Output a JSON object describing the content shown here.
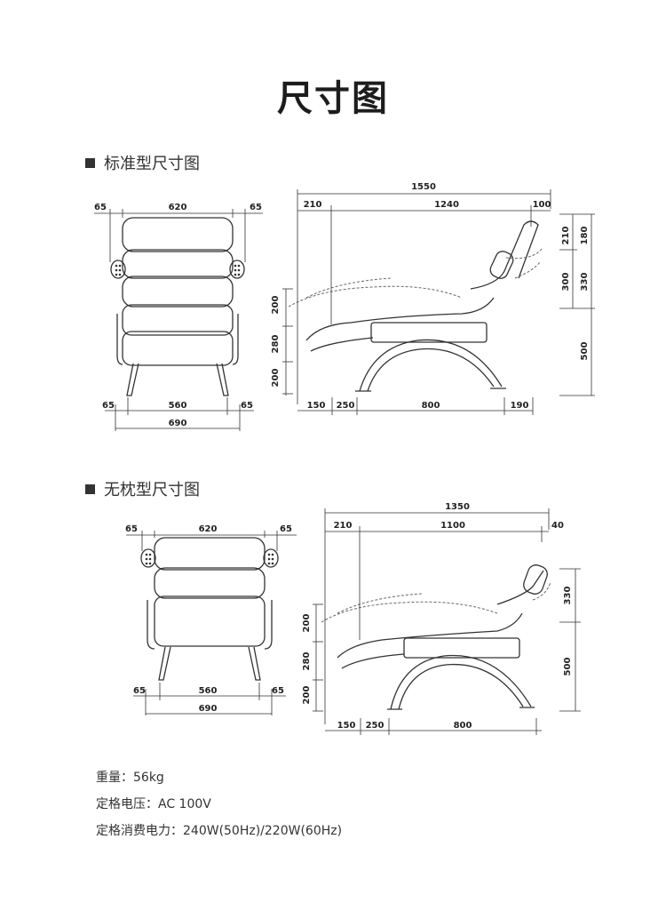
{
  "title": "尺寸图",
  "standard": {
    "heading": "标准型尺寸图",
    "front": {
      "top_dims": [
        "65",
        "620",
        "65"
      ],
      "bottom_dims": [
        "65",
        "560",
        "65"
      ],
      "total": "690"
    },
    "side": {
      "total": "1550",
      "top_dims": [
        "210",
        "1240",
        "100"
      ],
      "right_dims": [
        "210",
        "180",
        "300",
        "330",
        "500"
      ],
      "left_dims": [
        "200",
        "280",
        "200"
      ],
      "bottom_dims": [
        "150",
        "250",
        "800",
        "190"
      ]
    }
  },
  "nopillow": {
    "heading": "无枕型尺寸图",
    "front": {
      "top_dims": [
        "65",
        "620",
        "65"
      ],
      "bottom_dims": [
        "65",
        "560",
        "65"
      ],
      "total": "690"
    },
    "side": {
      "total": "1350",
      "top_dims": [
        "210",
        "1100",
        "40"
      ],
      "right_dims": [
        "330",
        "500"
      ],
      "left_dims": [
        "200",
        "280",
        "200"
      ],
      "bottom_dims": [
        "150",
        "250",
        "800"
      ]
    }
  },
  "specs": {
    "weight": "重量：56kg",
    "voltage": "定格电压：AC 100V",
    "power": "定格消费电力：240W(50Hz)/220W(60Hz)"
  },
  "icons": [
    "chair-front-icon",
    "chair-side-icon",
    "dimension-arrow-icon"
  ]
}
